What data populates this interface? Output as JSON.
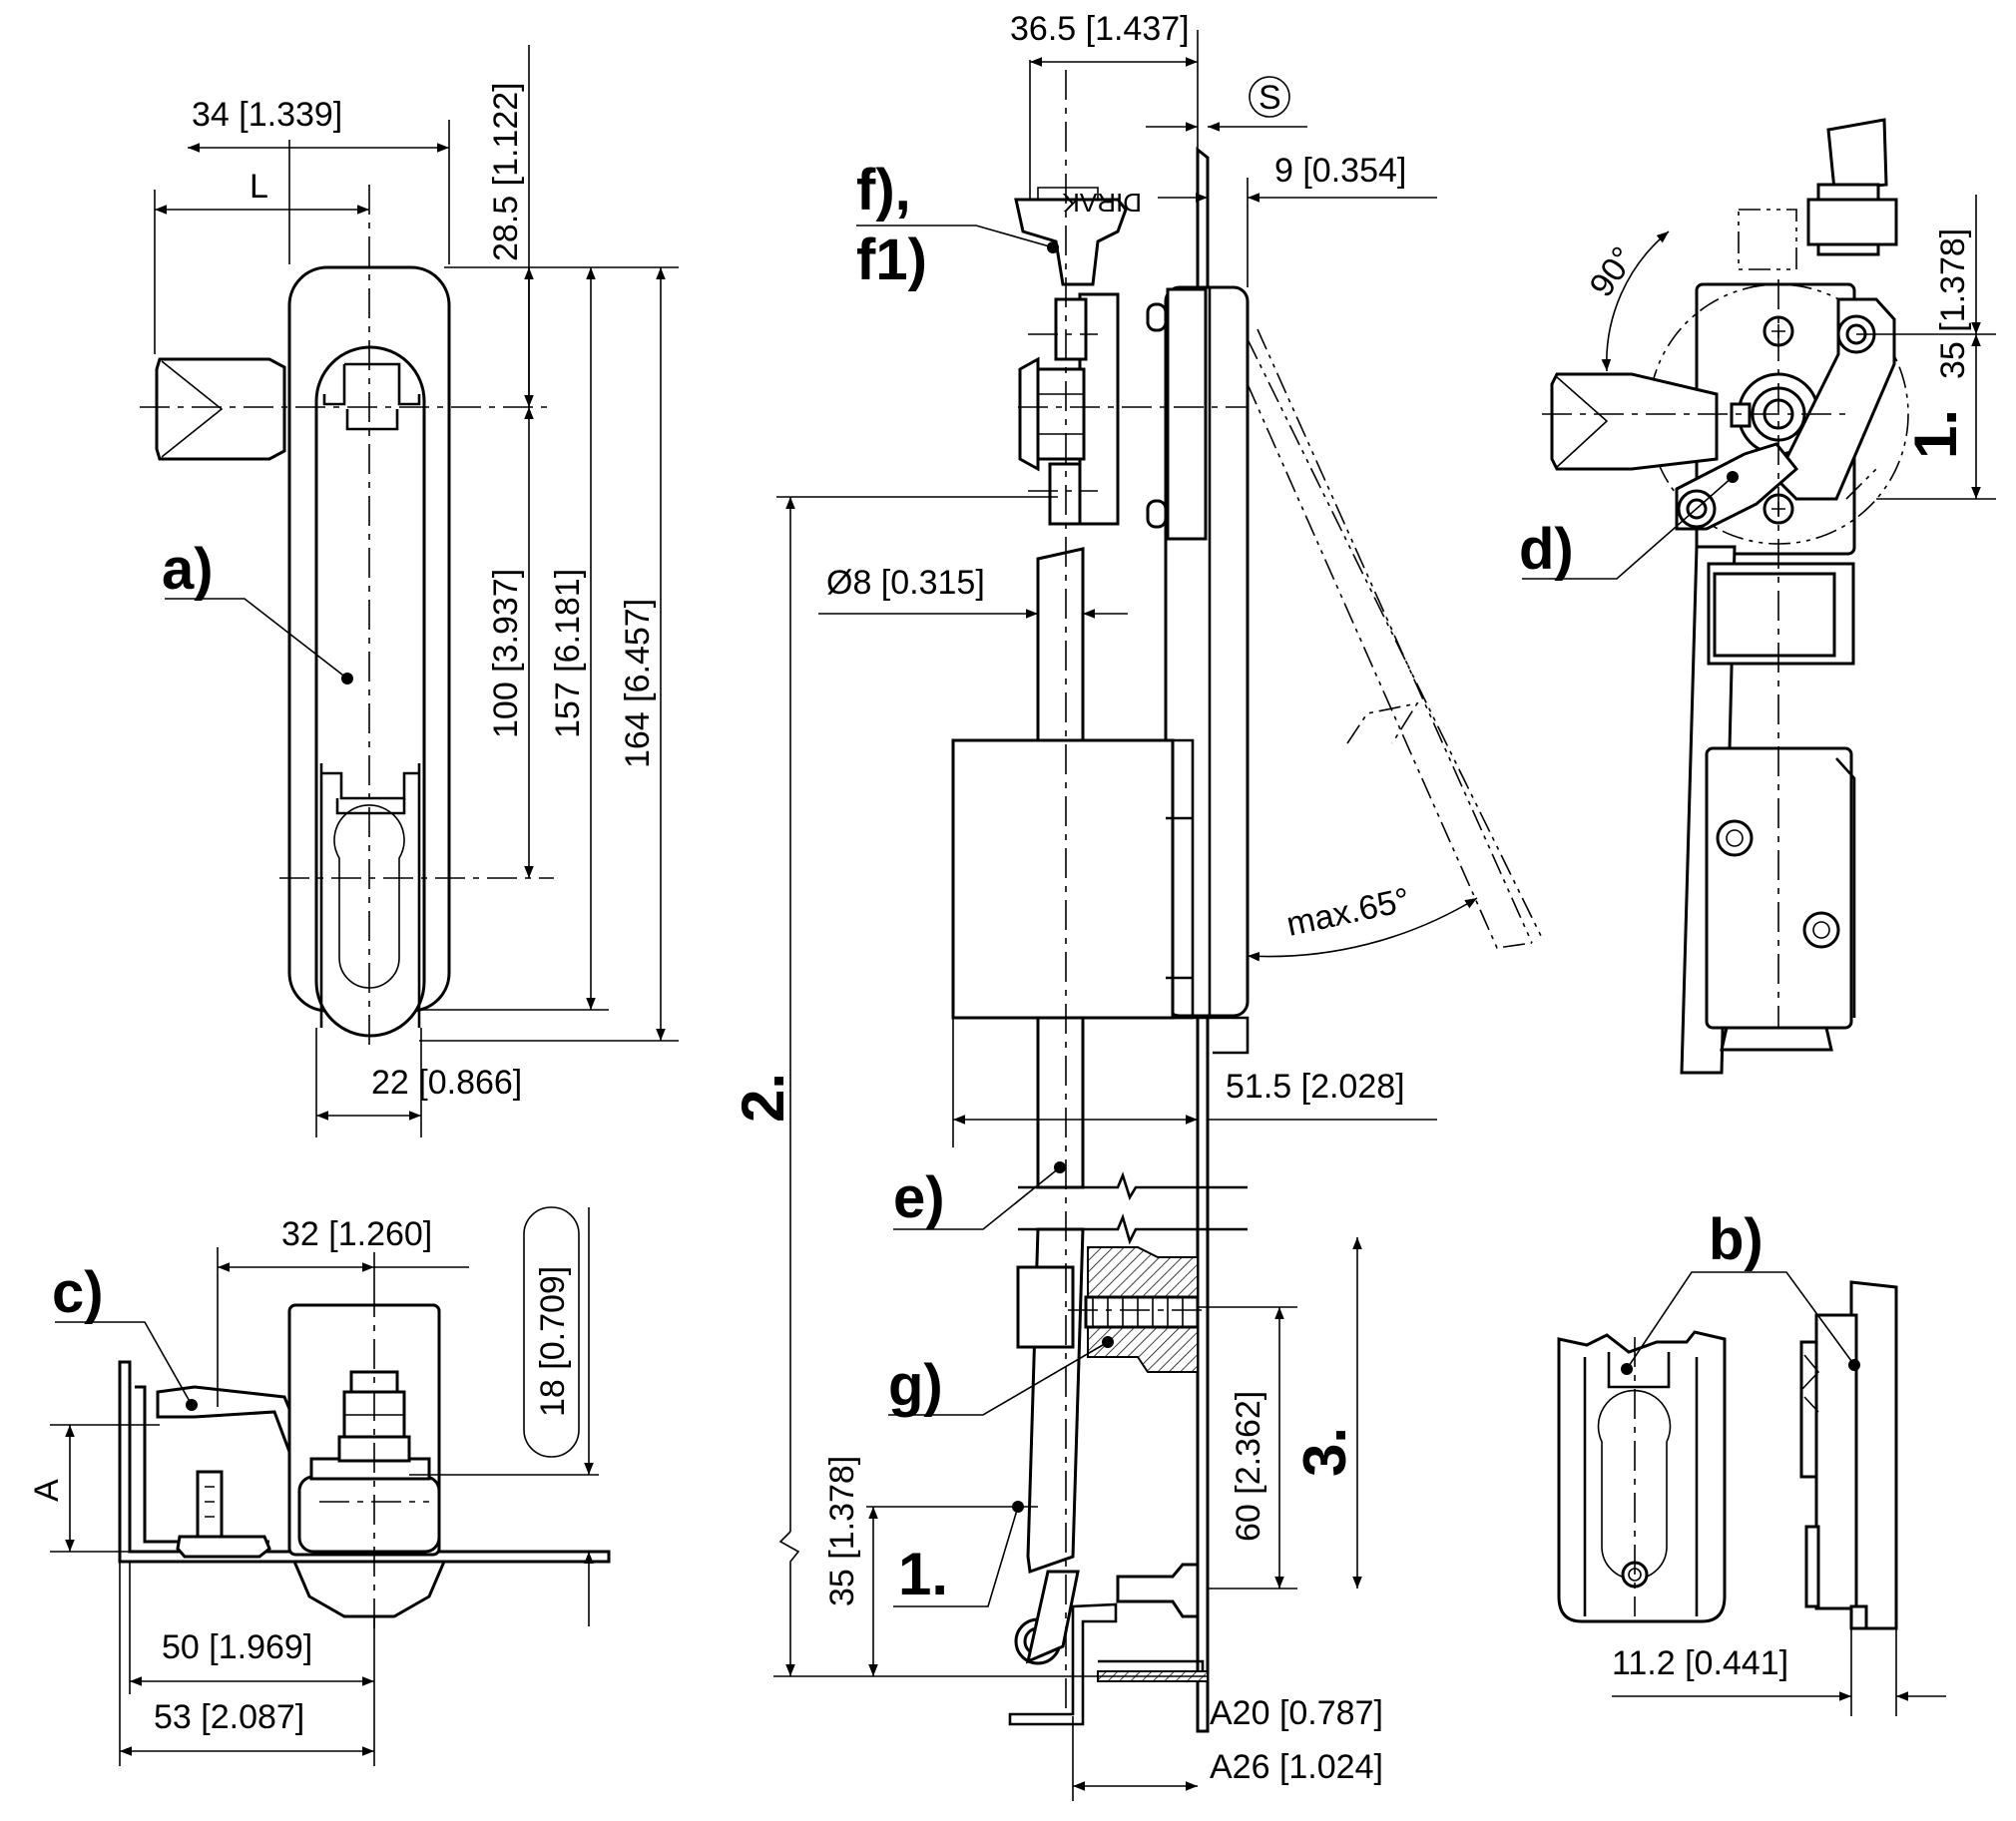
{
  "drawing": {
    "left_view": {
      "dims": {
        "top_width": "34 [1.339]",
        "lever_length": "L",
        "top_offset": "28.5 [1.122]",
        "inner": "100 [3.937]",
        "mid": "157 [6.181]",
        "overall": "164 [6.457]",
        "bottom_width": "22 [0.866]"
      },
      "callout": "a)"
    },
    "center_view": {
      "dims": {
        "top_width": "36.5 [1.437]",
        "s_symbol": "S",
        "offset": "9 [0.354]",
        "rod_diameter": "Ø8 [0.315]",
        "angle": "max.65°",
        "body_width": "51.5 [2.028]",
        "lower_height": "35 [1.378]",
        "bracket_height": "60 [2.362]",
        "a20": "A20 [0.787]",
        "a26": "A26 [1.024]"
      },
      "callouts": {
        "f": "f),",
        "f1": "f1)",
        "e": "e)",
        "g": "g)"
      },
      "steps": {
        "one": "1.",
        "two": "2.",
        "three": "3."
      },
      "stamp": "DIRAK"
    },
    "right_view": {
      "dims": {
        "angle": "90°",
        "height": "35 [1.378]"
      },
      "callout": "d)",
      "step": "1."
    },
    "bottom_left_view": {
      "dims": {
        "width32": "32 [1.260]",
        "height18": "18 [0.709]",
        "a_label": "A",
        "width50": "50 [1.969]",
        "width53": "53 [2.087]"
      },
      "callout": "c)"
    },
    "bottom_right_view": {
      "dims": {
        "offset": "11.2 [0.441]"
      },
      "callout": "b)"
    }
  }
}
